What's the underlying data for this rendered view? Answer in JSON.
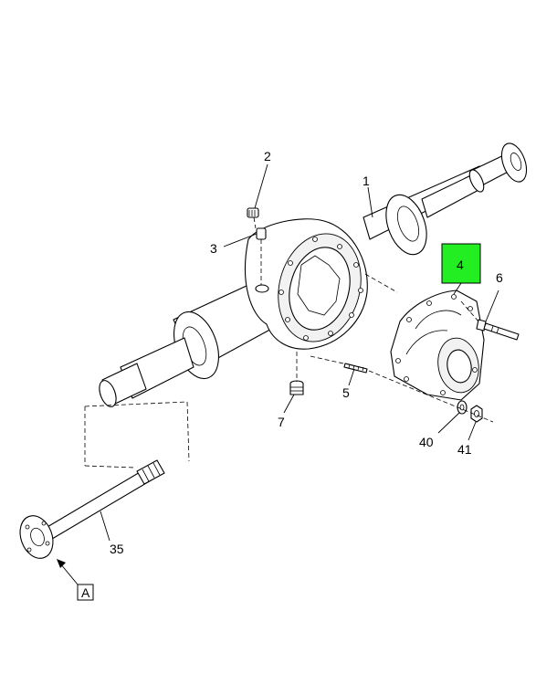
{
  "callouts": {
    "c1": "1",
    "c2": "2",
    "c3": "3",
    "c4": "4",
    "c5": "5",
    "c6": "6",
    "c7": "7",
    "c35": "35",
    "c40": "40",
    "c41": "41",
    "view_ref": "A"
  },
  "colors": {
    "highlight": "#22ee22",
    "line": "#000000",
    "background": "#ffffff"
  }
}
